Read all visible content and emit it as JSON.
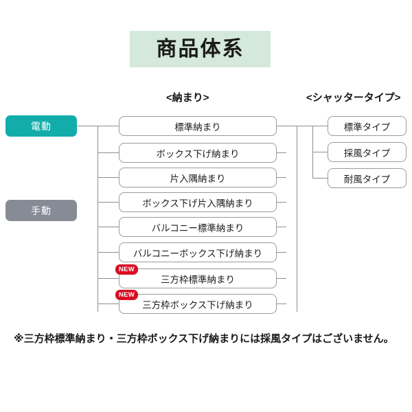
{
  "page": {
    "title": "商品体系",
    "title_bg_color": "#d4e8dc"
  },
  "headers": {
    "osamari": "<納まり>",
    "shutter_type": "<シャッタータイプ>"
  },
  "modes": [
    {
      "label": "電動",
      "color": "#12adab"
    },
    {
      "label": "手動",
      "color": "#868b96"
    }
  ],
  "osamari_nodes": [
    {
      "label": "標準納まり",
      "new": false
    },
    {
      "label": "ボックス下げ納まり",
      "new": false
    },
    {
      "label": "片入隅納まり",
      "new": false
    },
    {
      "label": "ボックス下げ片入隅納まり",
      "new": false
    },
    {
      "label": "バルコニー標準納まり",
      "new": false
    },
    {
      "label": "バルコニーボックス下げ納まり",
      "new": false
    },
    {
      "label": "三方枠標準納まり",
      "new": true
    },
    {
      "label": "三方枠ボックス下げ納まり",
      "new": true
    }
  ],
  "shutter_nodes": [
    {
      "label": "標準タイプ"
    },
    {
      "label": "採風タイプ"
    },
    {
      "label": "耐風タイプ"
    }
  ],
  "badges": {
    "new_label": "NEW",
    "new_color": "#d80d22"
  },
  "footnote": "※三方枠標準納まり・三方枠ボックス下げ納まりには採風タイプはございません。"
}
